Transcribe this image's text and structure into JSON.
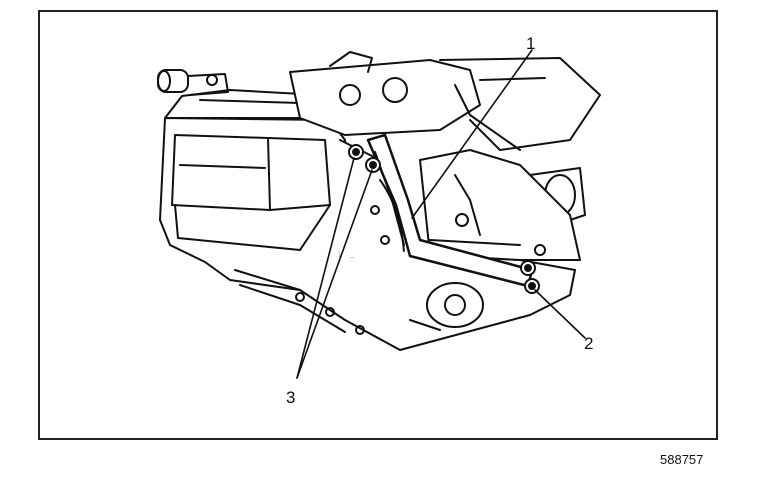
{
  "callouts": {
    "c1": "1",
    "c2": "2",
    "c3": "3"
  },
  "figure_number": "588757",
  "colors": {
    "ink": "#111111",
    "paper": "#ffffff"
  }
}
